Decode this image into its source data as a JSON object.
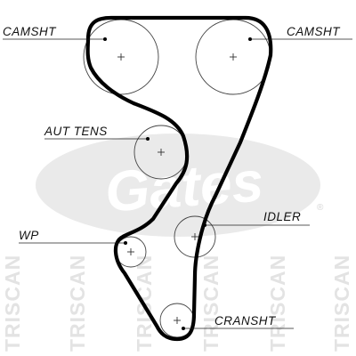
{
  "diagram": {
    "components": [
      {
        "id": "camshaft-left",
        "label": "CAMSHT"
      },
      {
        "id": "camshaft-right",
        "label": "CAMSHT"
      },
      {
        "id": "auto-tensioner",
        "label": "AUT TENS"
      },
      {
        "id": "idler",
        "label": "IDLER"
      },
      {
        "id": "water-pump",
        "label": "WP"
      },
      {
        "id": "crankshaft",
        "label": "CRANSHT"
      }
    ]
  },
  "watermark": {
    "text": "TRISCAN",
    "logo_text": "Gates",
    "trademark": "®"
  },
  "colors": {
    "belt": "#000000",
    "pulley_outline": "#444444",
    "watermark_text": "#e3e3e3",
    "watermark_logo": "#e6e6e6",
    "background": "#ffffff"
  }
}
